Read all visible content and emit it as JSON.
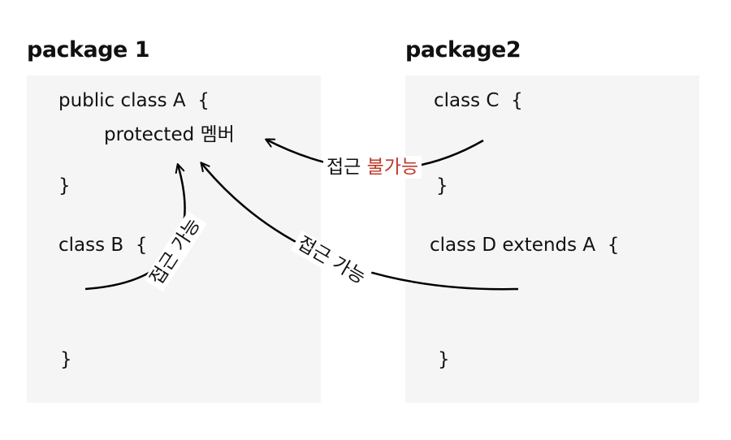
{
  "packages": [
    {
      "title": "package 1",
      "lines": [
        "public class A  {",
        "protected 멤버",
        "}",
        "class B  {",
        "}"
      ]
    },
    {
      "title": "package2",
      "lines": [
        "class C  {",
        "}",
        "class D extends A  {",
        "}"
      ]
    }
  ],
  "labels": {
    "c_to_a_prefix": "접근 ",
    "c_to_a_emph": "불가능",
    "b_to_a": "접근 가능",
    "d_to_a": "접근 가능"
  },
  "colors": {
    "panel": "#f5f5f5",
    "text": "#111111",
    "emphasis": "#c0392b",
    "arrow": "#000000"
  }
}
